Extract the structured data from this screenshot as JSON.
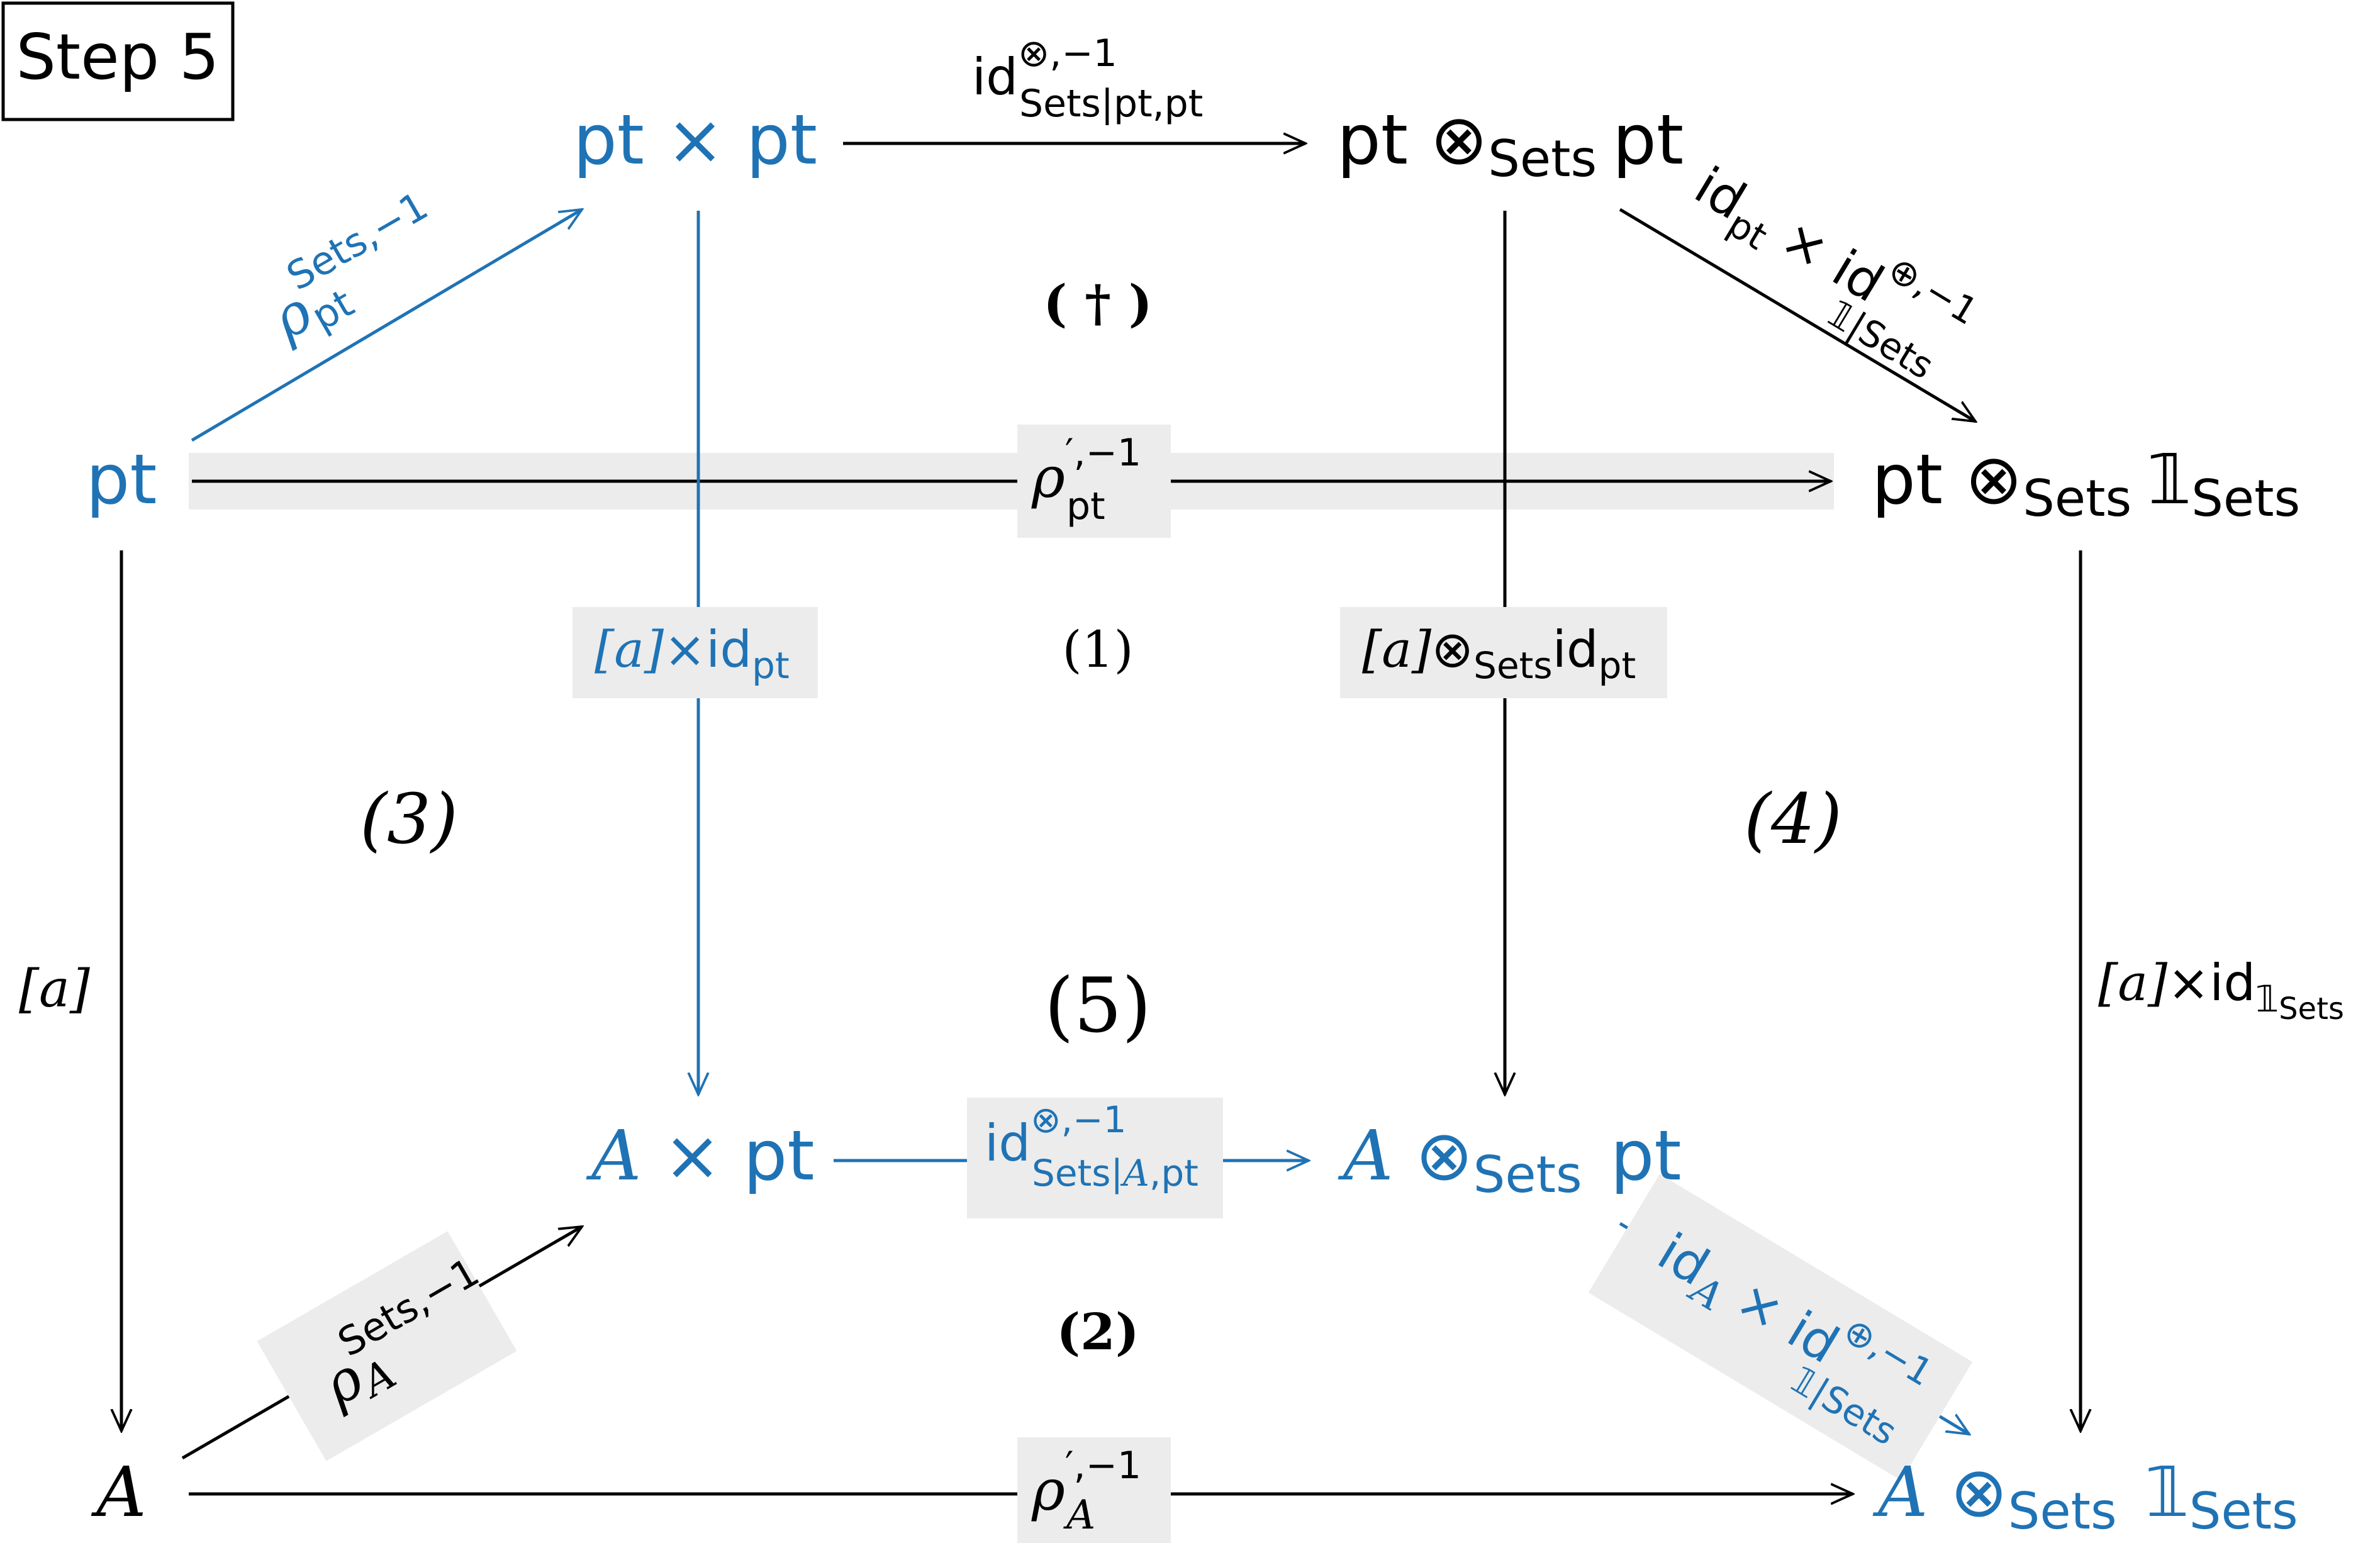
{
  "step_label": "Step 5",
  "colors": {
    "blue": "#1f73b5",
    "black": "#000000",
    "highlight": "#ececec"
  },
  "nodes": {
    "pt_x_pt": "pt × pt",
    "pt_tensor_pt": "pt ⊗",
    "pt_tensor_pt_sub": "Sets",
    "pt_tensor_pt_tail": "pt",
    "pt": "pt",
    "pt_tensor_one": "pt ⊗",
    "pt_tensor_one_sub": "Sets",
    "pt_tensor_one_tail": "𝟙",
    "pt_tensor_one_tail_sub": "Sets",
    "A_x_pt_A": "A",
    "A_x_pt_rest": " × pt",
    "A_tensor_pt_A": "A",
    "A_tensor_pt_op": " ⊗",
    "A_tensor_pt_sub": "Sets",
    "A_tensor_pt_tail": " pt",
    "A": "A",
    "A_tensor_one_A": "A",
    "A_tensor_one_op": " ⊗",
    "A_tensor_one_sub": "Sets",
    "A_tensor_one_tail": " 𝟙",
    "A_tensor_one_tail_sub": "Sets"
  },
  "arrows": {
    "top_id": {
      "base": "id",
      "sup": "⊗,−1",
      "sub": "Sets|pt,pt"
    },
    "rho_pt_sets": {
      "base": "ρ",
      "sup": "Sets,−1",
      "sub": "pt"
    },
    "right_diag": {
      "a": "id",
      "a_sub": "pt",
      "b": " × id",
      "b_sup": "⊕,−1",
      "b_sub": "𝟙|Sets"
    },
    "rho_prime_pt": {
      "base": "ρ",
      "sup": "′,−1",
      "sub": "pt"
    },
    "a_x_id_pt": {
      "a": "[a]",
      "b": "×id",
      "sub": "pt"
    },
    "a_tensor_id_pt": {
      "a": "[a]",
      "b": "⊗",
      "b_sub": "Sets",
      "c": "id",
      "c_sub": "pt"
    },
    "left_a": "[a]",
    "right_a_x_id_one": {
      "a": "[a]",
      "b": "×id",
      "sub": "𝟙",
      "subsub": "Sets"
    },
    "bottom_mid_id": {
      "base": "id",
      "sup": "⊗,−1",
      "sub_a": "Sets|",
      "sub_A": "A",
      "sub_b": ",pt"
    },
    "rho_A_sets": {
      "base": "ρ",
      "sup": "Sets,−1",
      "sub": "A"
    },
    "right_lower_diag": {
      "a": "id",
      "a_sub": "A",
      "b": " × id",
      "b_sup": "⊕,−1",
      "b_sub": "𝟙|Sets"
    },
    "rho_prime_A": {
      "base": "ρ",
      "sup": "′,−1",
      "sub": "A"
    }
  },
  "region_labels": {
    "dagger": "( † )",
    "one": "(1)",
    "two": "(2)",
    "three": "(3)",
    "four": "(4)",
    "five": "(5)"
  }
}
